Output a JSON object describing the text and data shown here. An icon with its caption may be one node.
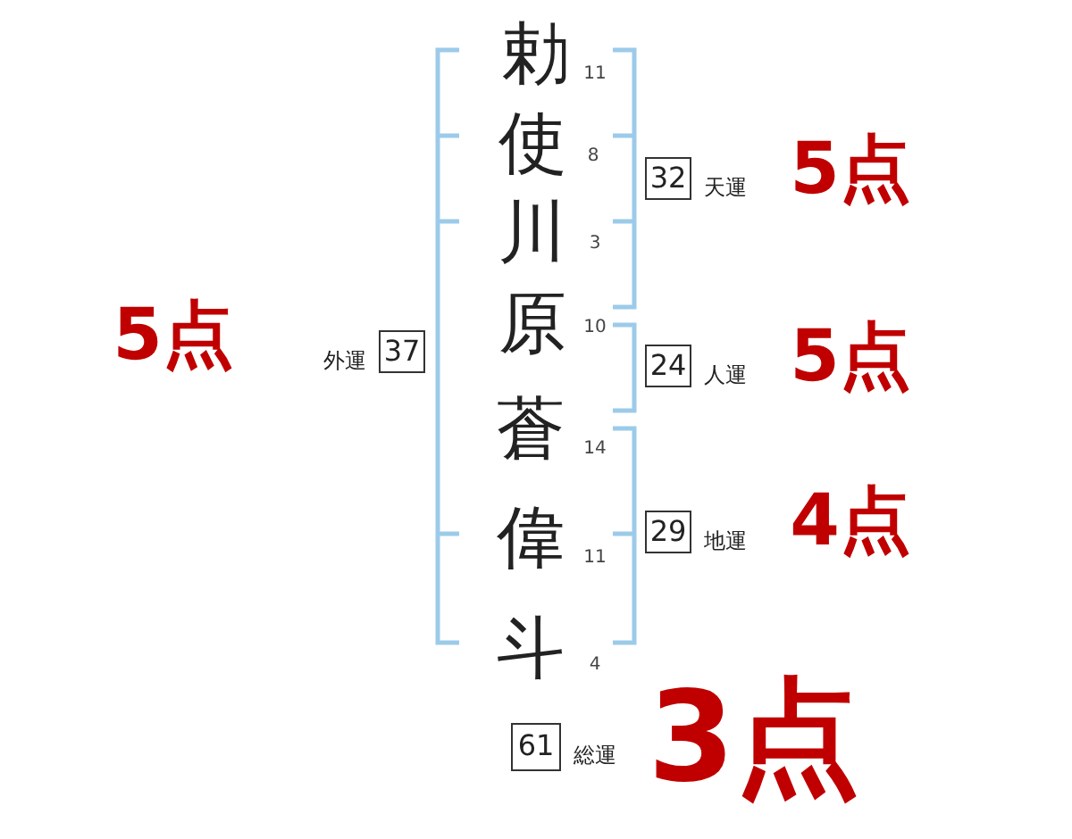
{
  "diagram": {
    "nodes": [
      {
        "text": [
          "32"
        ],
        "beside": [
          "天運"
        ]
      },
      {
        "text": [
          "37"
        ],
        "beside": [
          "外運"
        ]
      },
      {
        "text": [
          "24"
        ],
        "beside": [
          "人運"
        ]
      },
      {
        "text": [
          "29"
        ],
        "beside": [
          "地運"
        ]
      },
      {
        "text": [
          "61"
        ],
        "beside": [
          "総運"
        ]
      }
    ],
    "labels": [
      "勅",
      "11",
      "使",
      "8",
      "川",
      "3",
      "原",
      "10",
      "蒼",
      "14",
      "偉",
      "11",
      "斗",
      "4",
      "5点",
      "5点",
      "5点",
      "4点",
      "3点"
    ]
  }
}
